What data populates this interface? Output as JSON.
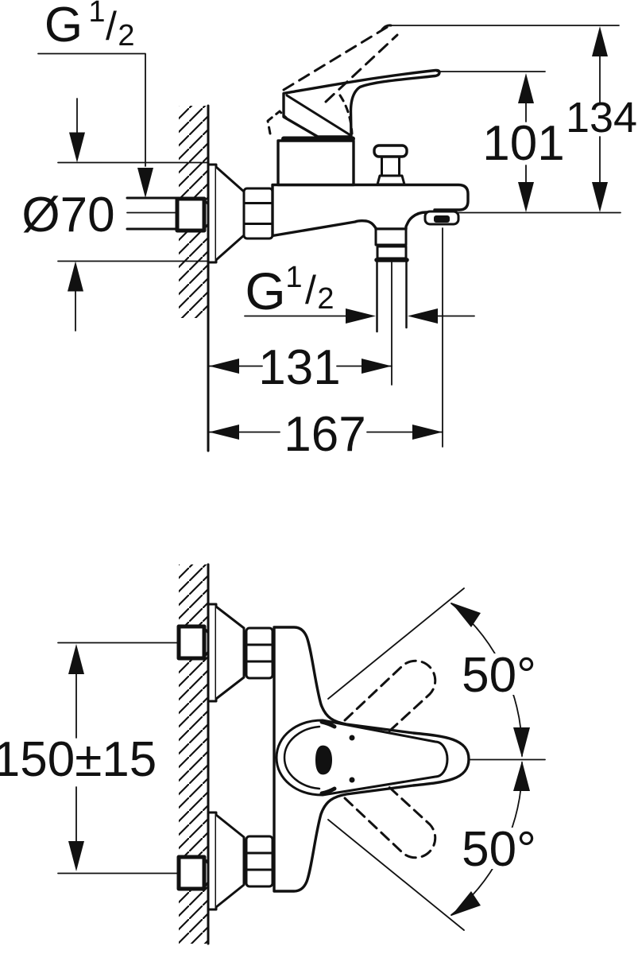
{
  "drawing": {
    "description": "Technical dimension drawing of a wall-mounted single-lever bath/shower mixer tap, side elevation (top) and plan view (bottom)",
    "colors": {
      "line": "#111111",
      "background": "#ffffff"
    },
    "top_view": {
      "inlet_thread": {
        "g": "G",
        "numerator": "1",
        "slash": "/",
        "denominator": "2"
      },
      "escutcheon_diameter": "Ø70",
      "spout_to_handle_height": "101",
      "max_handle_height": "134",
      "shower_outlet_thread": {
        "g": "G",
        "numerator": "1",
        "slash": "/",
        "denominator": "2"
      },
      "wall_to_shower_outlet": "131",
      "wall_to_spout_tip": "167"
    },
    "bottom_view": {
      "connection_spacing": "150±15",
      "handle_swing_upper": "50°",
      "handle_swing_lower": "50°"
    }
  }
}
